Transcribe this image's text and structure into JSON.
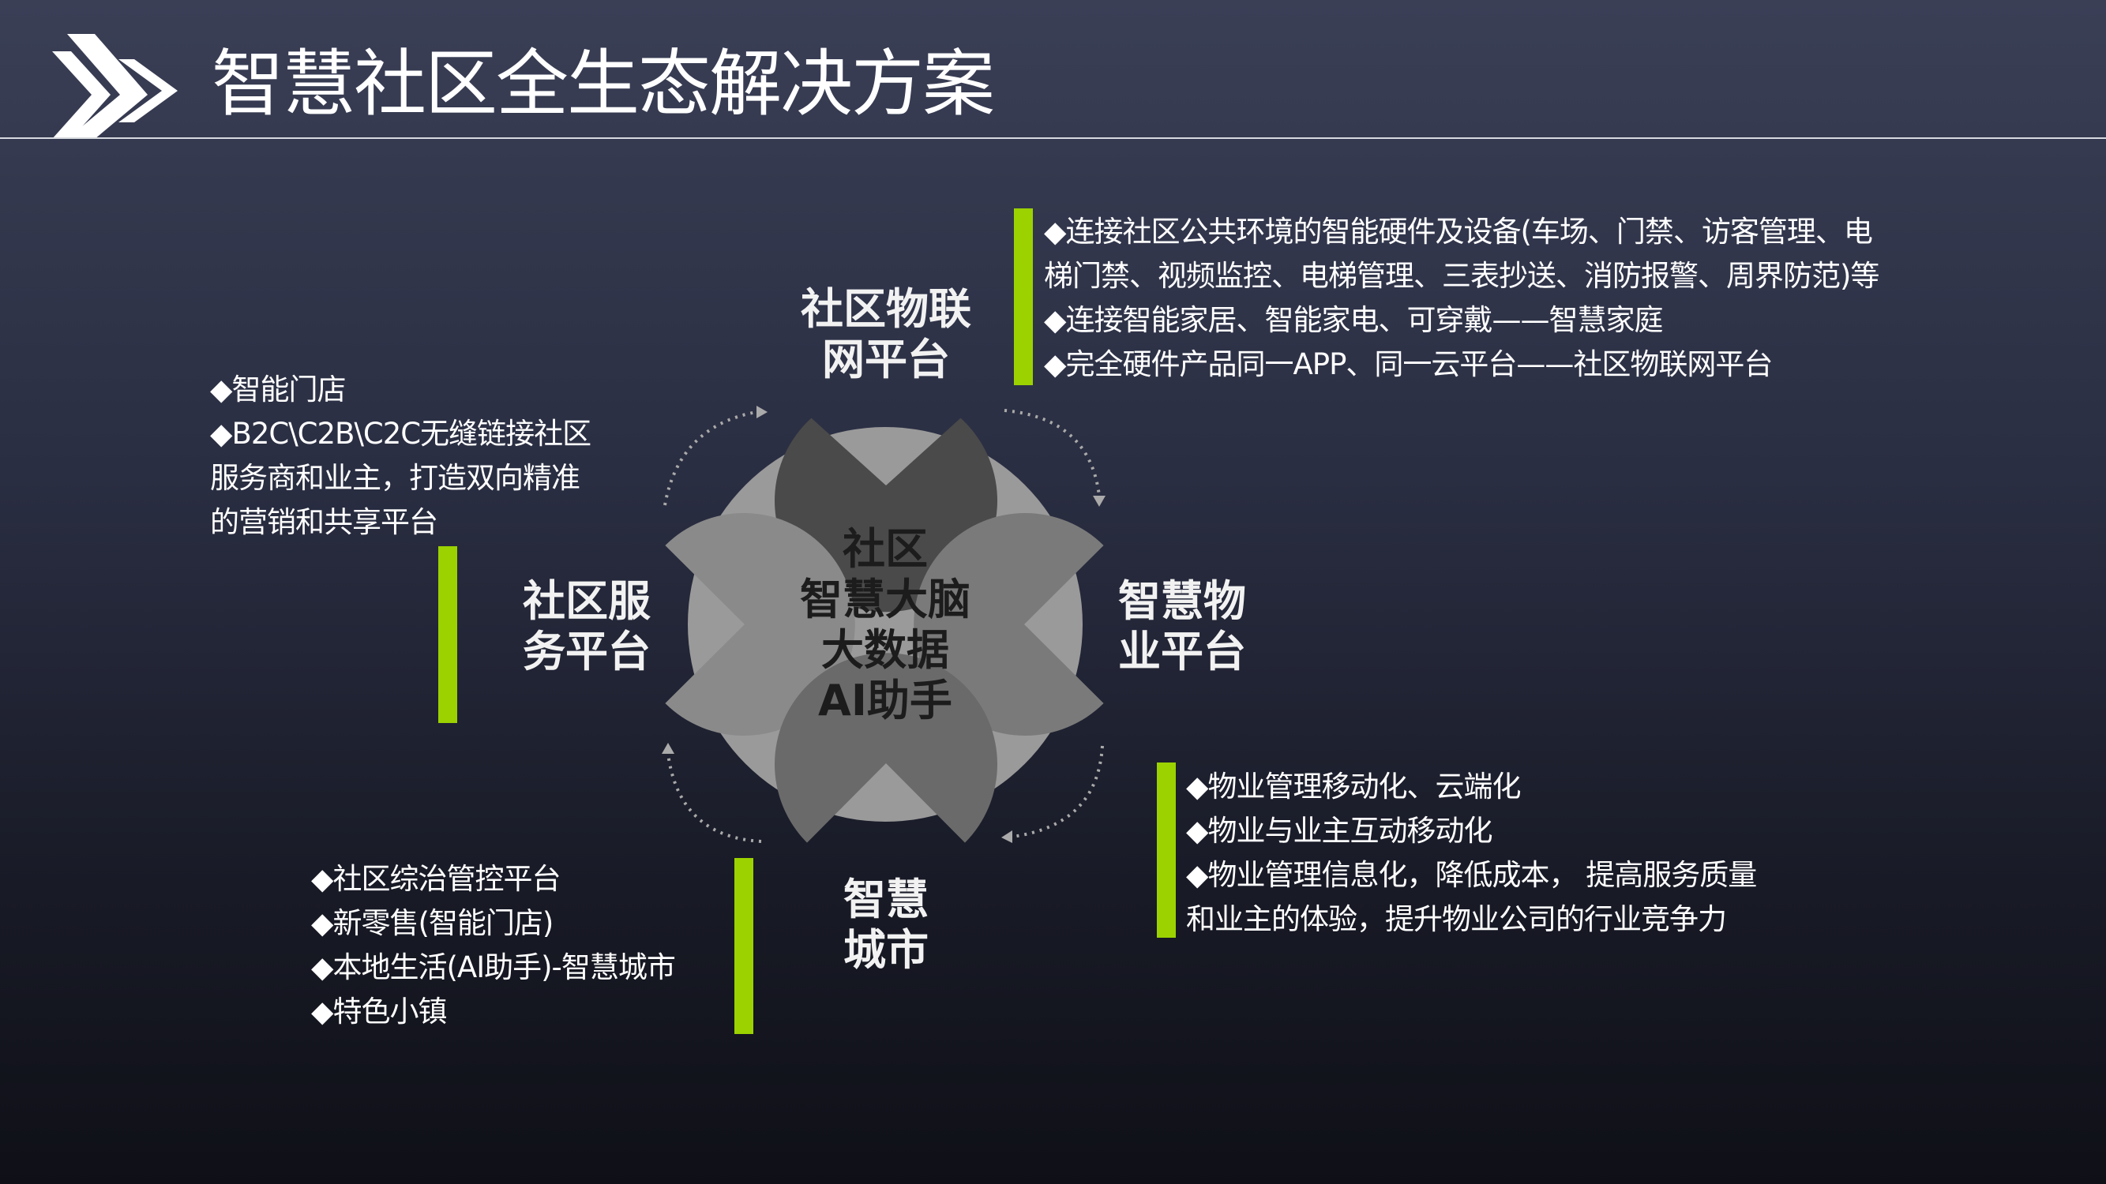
{
  "header": {
    "title": "智慧社区全生态解决方案",
    "logo_icon": "double-chevron-icon"
  },
  "colors": {
    "accent": "#9bd200",
    "center": "#9a9a9a",
    "top": "#4a4a4a",
    "left": "#8a8a8a",
    "right": "#7a7a7a",
    "bottom": "#6a6a6a"
  },
  "center": {
    "lines": [
      "社区",
      "智慧大脑",
      "大数据",
      "AI助手"
    ]
  },
  "nodes": {
    "top": {
      "lines": [
        "社区物联",
        "网平台"
      ]
    },
    "left": {
      "lines": [
        "社区服",
        "务平台"
      ]
    },
    "right": {
      "lines": [
        "智慧物",
        "业平台"
      ]
    },
    "bottom": {
      "lines": [
        "智慧",
        "城市"
      ]
    }
  },
  "descriptions": {
    "top": [
      "◆连接社区公共环境的智能硬件及设备(车场、门禁、访客管理、电",
      "梯门禁、视频监控、电梯管理、三表抄送、消防报警、周界防范)等",
      "◆连接智能家居、智能家电、可穿戴——智慧家庭",
      "◆完全硬件产品同一APP、同一云平台——社区物联网平台"
    ],
    "left": [
      "◆智能门店",
      "◆B2C\\C2B\\C2C无缝链接社区",
      "服务商和业主，打造双向精准",
      "的营销和共享平台"
    ],
    "right": [
      "◆物业管理移动化、云端化",
      "◆物业与业主互动移动化",
      "◆物业管理信息化，降低成本，  提高服务质量",
      "和业主的体验，提升物业公司的行业竞争力"
    ],
    "bottom": [
      "◆社区综治管控平台",
      "◆新零售(智能门店)",
      "◆本地生活(AI助手)-智慧城市",
      "◆特色小镇"
    ]
  }
}
